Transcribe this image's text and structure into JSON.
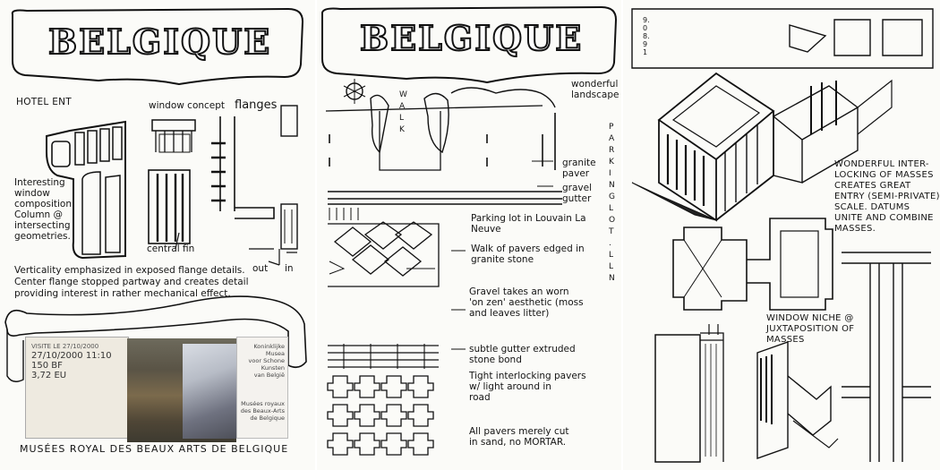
{
  "page1": {
    "title": "BELGIQUE",
    "hotel_label": "HOTEL ENT",
    "window_label": "window concept",
    "flanges_label": "flanges",
    "window_note": "Interesting\nwindow\ncomposition.\nColumn @\nintersecting\ngeometries.",
    "central_fin": "central fin",
    "out_label": "out",
    "in_label": "in",
    "paragraph": "Verticality emphasized in exposed flange details.\nCenter flange stopped partway and creates detail\nproviding interest in rather mechanical effect.",
    "ticket_lines": [
      "VISITE LE 27/10/2000",
      "27/10/2000 11:10",
      "150 BF",
      "3,72 EU"
    ],
    "label_lines": [
      "Koninklijke Musea",
      "voor Schone",
      "Kunsten",
      "van België",
      "Musées royaux",
      "des Beaux-Arts",
      "de Belgique"
    ],
    "caption": "MUSÉES ROYAL DES BEAUX ARTS DE BELGIQUE"
  },
  "page2": {
    "title": "BELGIQUE",
    "walk_label": "W A L K",
    "wonderful_landscape": "wonderful\nlandscape",
    "granite_paver": "granite\npaver",
    "gravel_gutter": "gravel\ngutter",
    "parking_vertical": "P A R K I N G   L O T .   L L N",
    "parking_note": "Parking lot in Louvain La\nNeuve",
    "walk_note": "Walk of pavers edged in\ngranite stone",
    "gravel_note": "Gravel takes an worn\n'on zen' aesthetic (moss\nand leaves litter)",
    "gutter_note": "subtle gutter extruded\nstone bond",
    "interlocking_note": "Tight interlocking pavers\nw/ light around in\nroad",
    "pavers_note": "All pavers merely cut\nin sand, no MORTAR."
  },
  "page3": {
    "date": "9.08.91",
    "massing_note": "WONDERFUL INTER-\nLOCKING OF MASSES\nCREATES GREAT\nENTRY (SEMI-PRIVATE)\nSCALE. DATUMS\nUNITE AND COMBINE\nMASSES.",
    "window_niche": "WINDOW NICHE @\nJUXTAPOSITION OF\nMASSES"
  }
}
